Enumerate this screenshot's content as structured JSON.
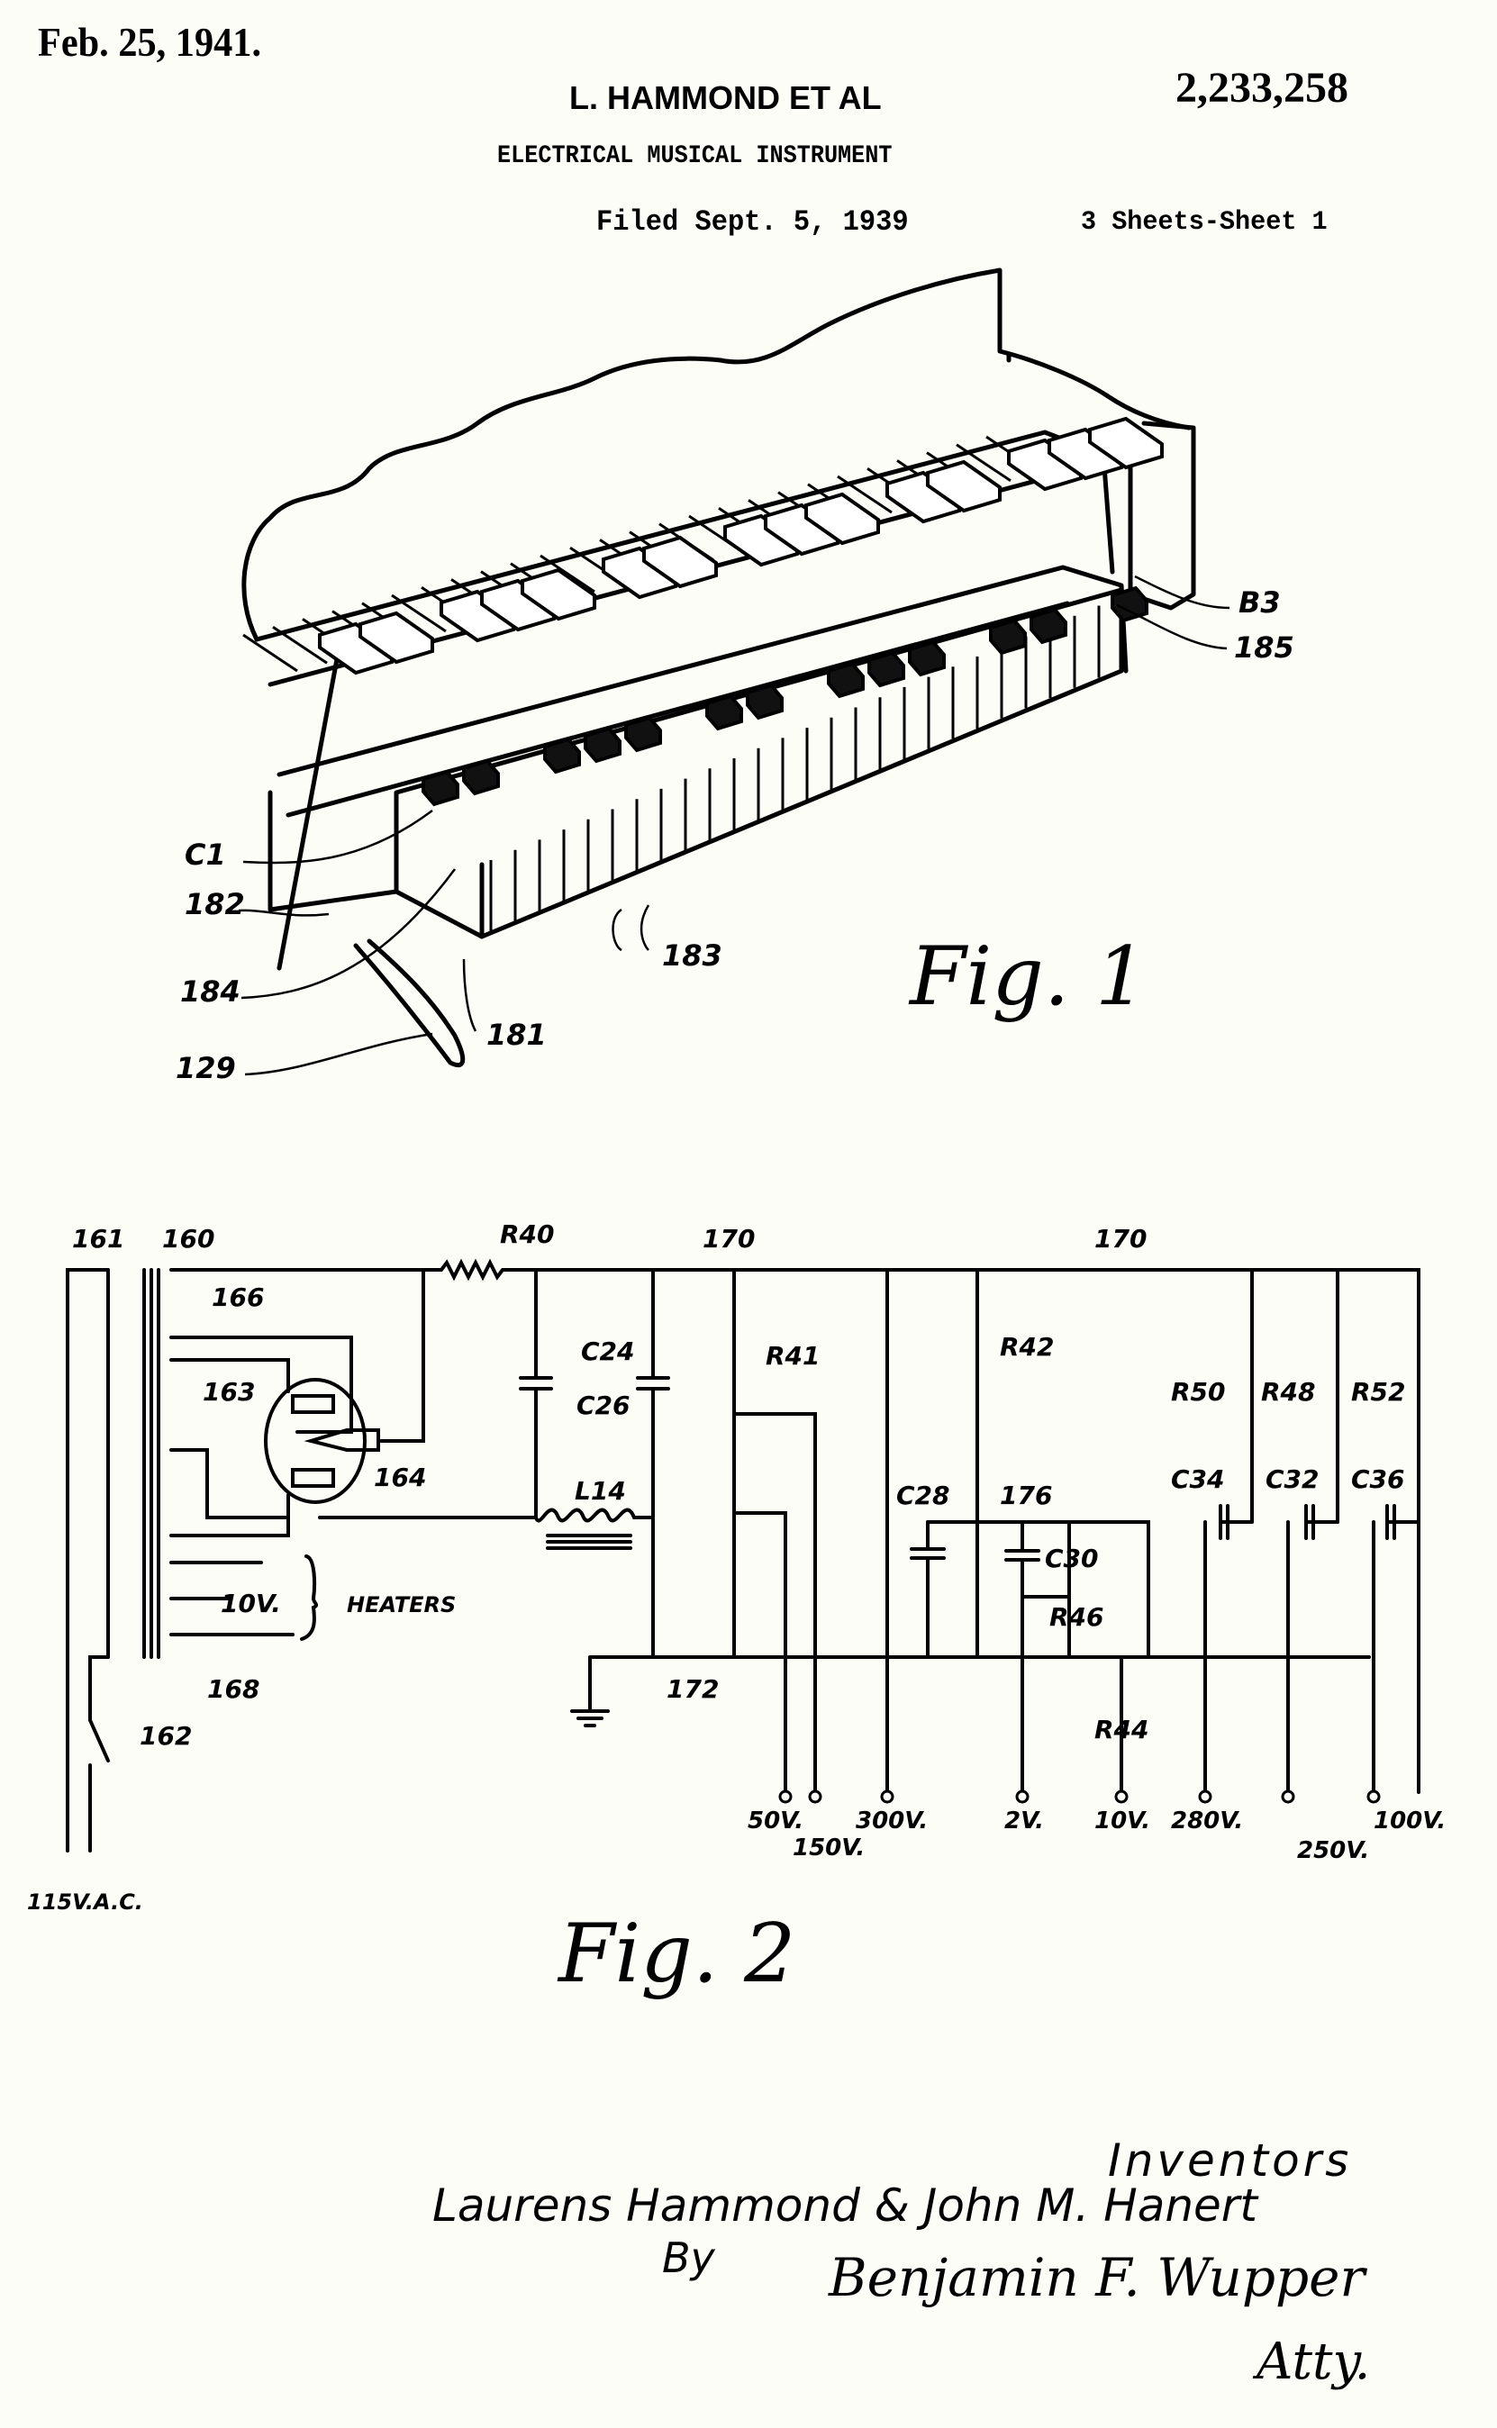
{
  "header": {
    "date": "Feb. 25, 1941.",
    "inventor": "L. HAMMOND ET AL",
    "patent_number": "2,233,258",
    "title": "ELECTRICAL MUSICAL INSTRUMENT",
    "filed": "Filed Sept. 5, 1939",
    "sheets": "3 Sheets-Sheet 1"
  },
  "figure1": {
    "caption": "Fig. 1",
    "labels": {
      "c1": "C1",
      "n182": "182",
      "n184": "184",
      "n129": "129",
      "n181": "181",
      "n183": "183",
      "b3": "B3",
      "n185": "185"
    }
  },
  "figure2": {
    "caption": "Fig. 2",
    "labels": {
      "n161": "161",
      "n160": "160",
      "n166": "166",
      "n163": "163",
      "n164": "164",
      "n168": "168",
      "n162": "162",
      "heater_v": "10V.",
      "heaters": "HEATERS",
      "mains": "115V.A.C.",
      "r40": "R40",
      "n170a": "170",
      "n170b": "170",
      "c24": "C24",
      "c26": "C26",
      "l14": "L14",
      "r41": "R41",
      "r42": "R42",
      "c28": "C28",
      "n176": "176",
      "c30": "C30",
      "r46": "R46",
      "r44": "R44",
      "r50": "R50",
      "r48": "R48",
      "r52": "R52",
      "c34": "C34",
      "c32": "C32",
      "c36": "C36",
      "n172": "172"
    },
    "outputs": [
      "50V.",
      "150V.",
      "300V.",
      "2V.",
      "10V.",
      "280V.",
      "250V.",
      "100V."
    ]
  },
  "signature": {
    "inventors_heading": "Inventors",
    "inventor_names": "Laurens Hammond & John M. Hanert",
    "by": "By",
    "attorney_signature": "Benjamin F. Wupper",
    "attorney_title": "Atty."
  }
}
